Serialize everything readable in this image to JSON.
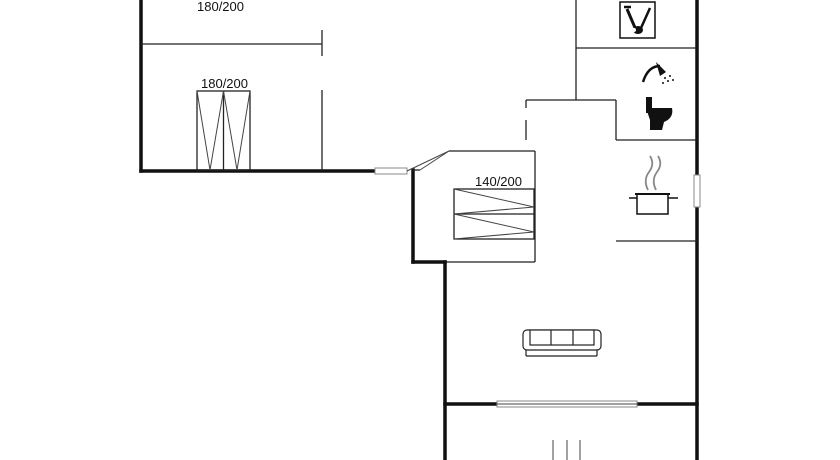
{
  "floorplan": {
    "beds": [
      {
        "label": "180/200"
      },
      {
        "label": "180/200"
      },
      {
        "label": "140/200"
      }
    ],
    "icons": [
      {
        "name": "utility-room-icon"
      },
      {
        "name": "shower-icon"
      },
      {
        "name": "toilet-icon"
      },
      {
        "name": "kitchen-icon"
      },
      {
        "name": "sofa-icon"
      }
    ]
  }
}
